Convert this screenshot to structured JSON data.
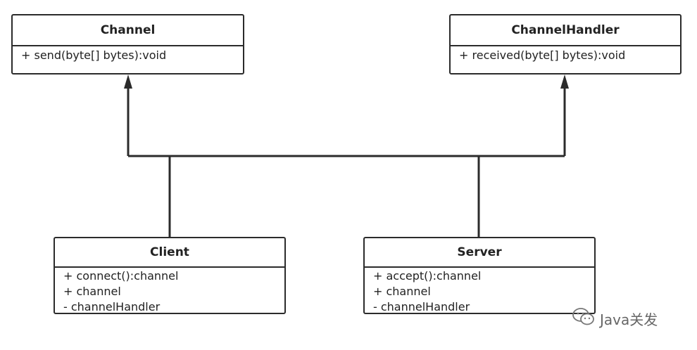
{
  "classes": {
    "channel": {
      "name": "Channel",
      "members": [
        "+ send(byte[] bytes):void"
      ]
    },
    "channel_handler": {
      "name": "ChannelHandler",
      "members": [
        "+ received(byte[] bytes):void"
      ]
    },
    "client": {
      "name": "Client",
      "members": [
        "+ connect():channel",
        "+ channel",
        "- channelHandler"
      ]
    },
    "server": {
      "name": "Server",
      "members": [
        "+ accept():channel",
        "+ channel",
        "- channelHandler"
      ]
    }
  },
  "relations": [
    {
      "type": "inheritance",
      "from": "Client",
      "to": "Channel"
    },
    {
      "type": "inheritance",
      "from": "Server",
      "to": "Channel"
    },
    {
      "type": "inheritance",
      "from": "Client",
      "to": "ChannelHandler"
    },
    {
      "type": "inheritance",
      "from": "Server",
      "to": "ChannelHandler"
    }
  ],
  "watermark": {
    "text": "Java关发",
    "icon": "wechat-icon"
  },
  "colors": {
    "line": "#2b2b2b",
    "background": "#ffffff"
  }
}
